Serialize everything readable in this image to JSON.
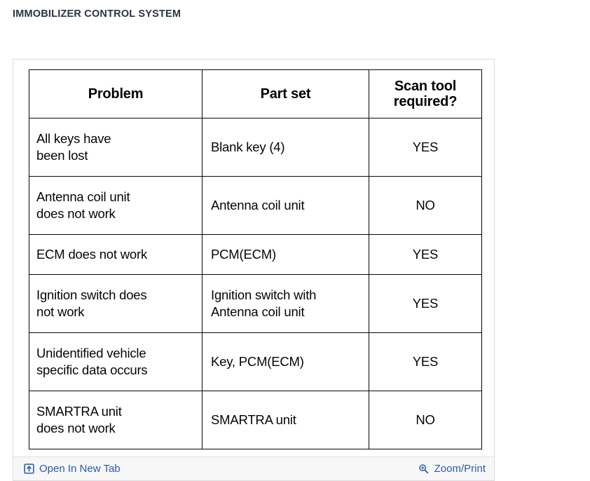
{
  "page": {
    "title": "IMMOBILIZER CONTROL SYSTEM",
    "background_color": "#ffffff",
    "title_color": "#2b3340"
  },
  "figure": {
    "panel_border_color": "#dcdcdc",
    "table": {
      "columns": [
        "Problem",
        "Part set",
        "Scan tool\nrequired?"
      ],
      "columns_display": {
        "problem": "Problem",
        "part_set": "Part set",
        "scan_tool_line1": "Scan tool",
        "scan_tool_line2": "required?"
      },
      "rows": [
        {
          "problem_line1": "All keys have",
          "problem_line2": "been lost",
          "part_set": "Blank key (4)",
          "scan_tool_required": "YES",
          "height": "tall"
        },
        {
          "problem_line1": "Antenna coil unit",
          "problem_line2": "does not work",
          "part_set": "Antenna coil unit",
          "scan_tool_required": "NO",
          "height": "tall"
        },
        {
          "problem_line1": "ECM does not work",
          "problem_line2": "",
          "part_set": "PCM(ECM)",
          "scan_tool_required": "YES",
          "height": "short"
        },
        {
          "problem_line1": "Ignition switch does",
          "problem_line2": "not work",
          "part_set_line1": "Ignition switch with",
          "part_set_line2": "Antenna coil unit",
          "scan_tool_required": "YES",
          "height": "tall"
        },
        {
          "problem_line1": "Unidentified vehicle",
          "problem_line2": "specific data occurs",
          "part_set": "Key, PCM(ECM)",
          "scan_tool_required": "YES",
          "height": "tall"
        },
        {
          "problem_line1": "SMARTRA unit",
          "problem_line2": "does not work",
          "part_set": "SMARTRA unit",
          "scan_tool_required": "NO",
          "height": "tall"
        }
      ]
    },
    "footer": {
      "background_color": "#f7f7f7",
      "link_color": "#2a5caa",
      "open_new_tab": {
        "label": "Open In New Tab",
        "icon": "open-in-new-tab-icon"
      },
      "zoom_print": {
        "label": "Zoom/Print",
        "icon": "magnifier-plus-icon"
      }
    }
  }
}
